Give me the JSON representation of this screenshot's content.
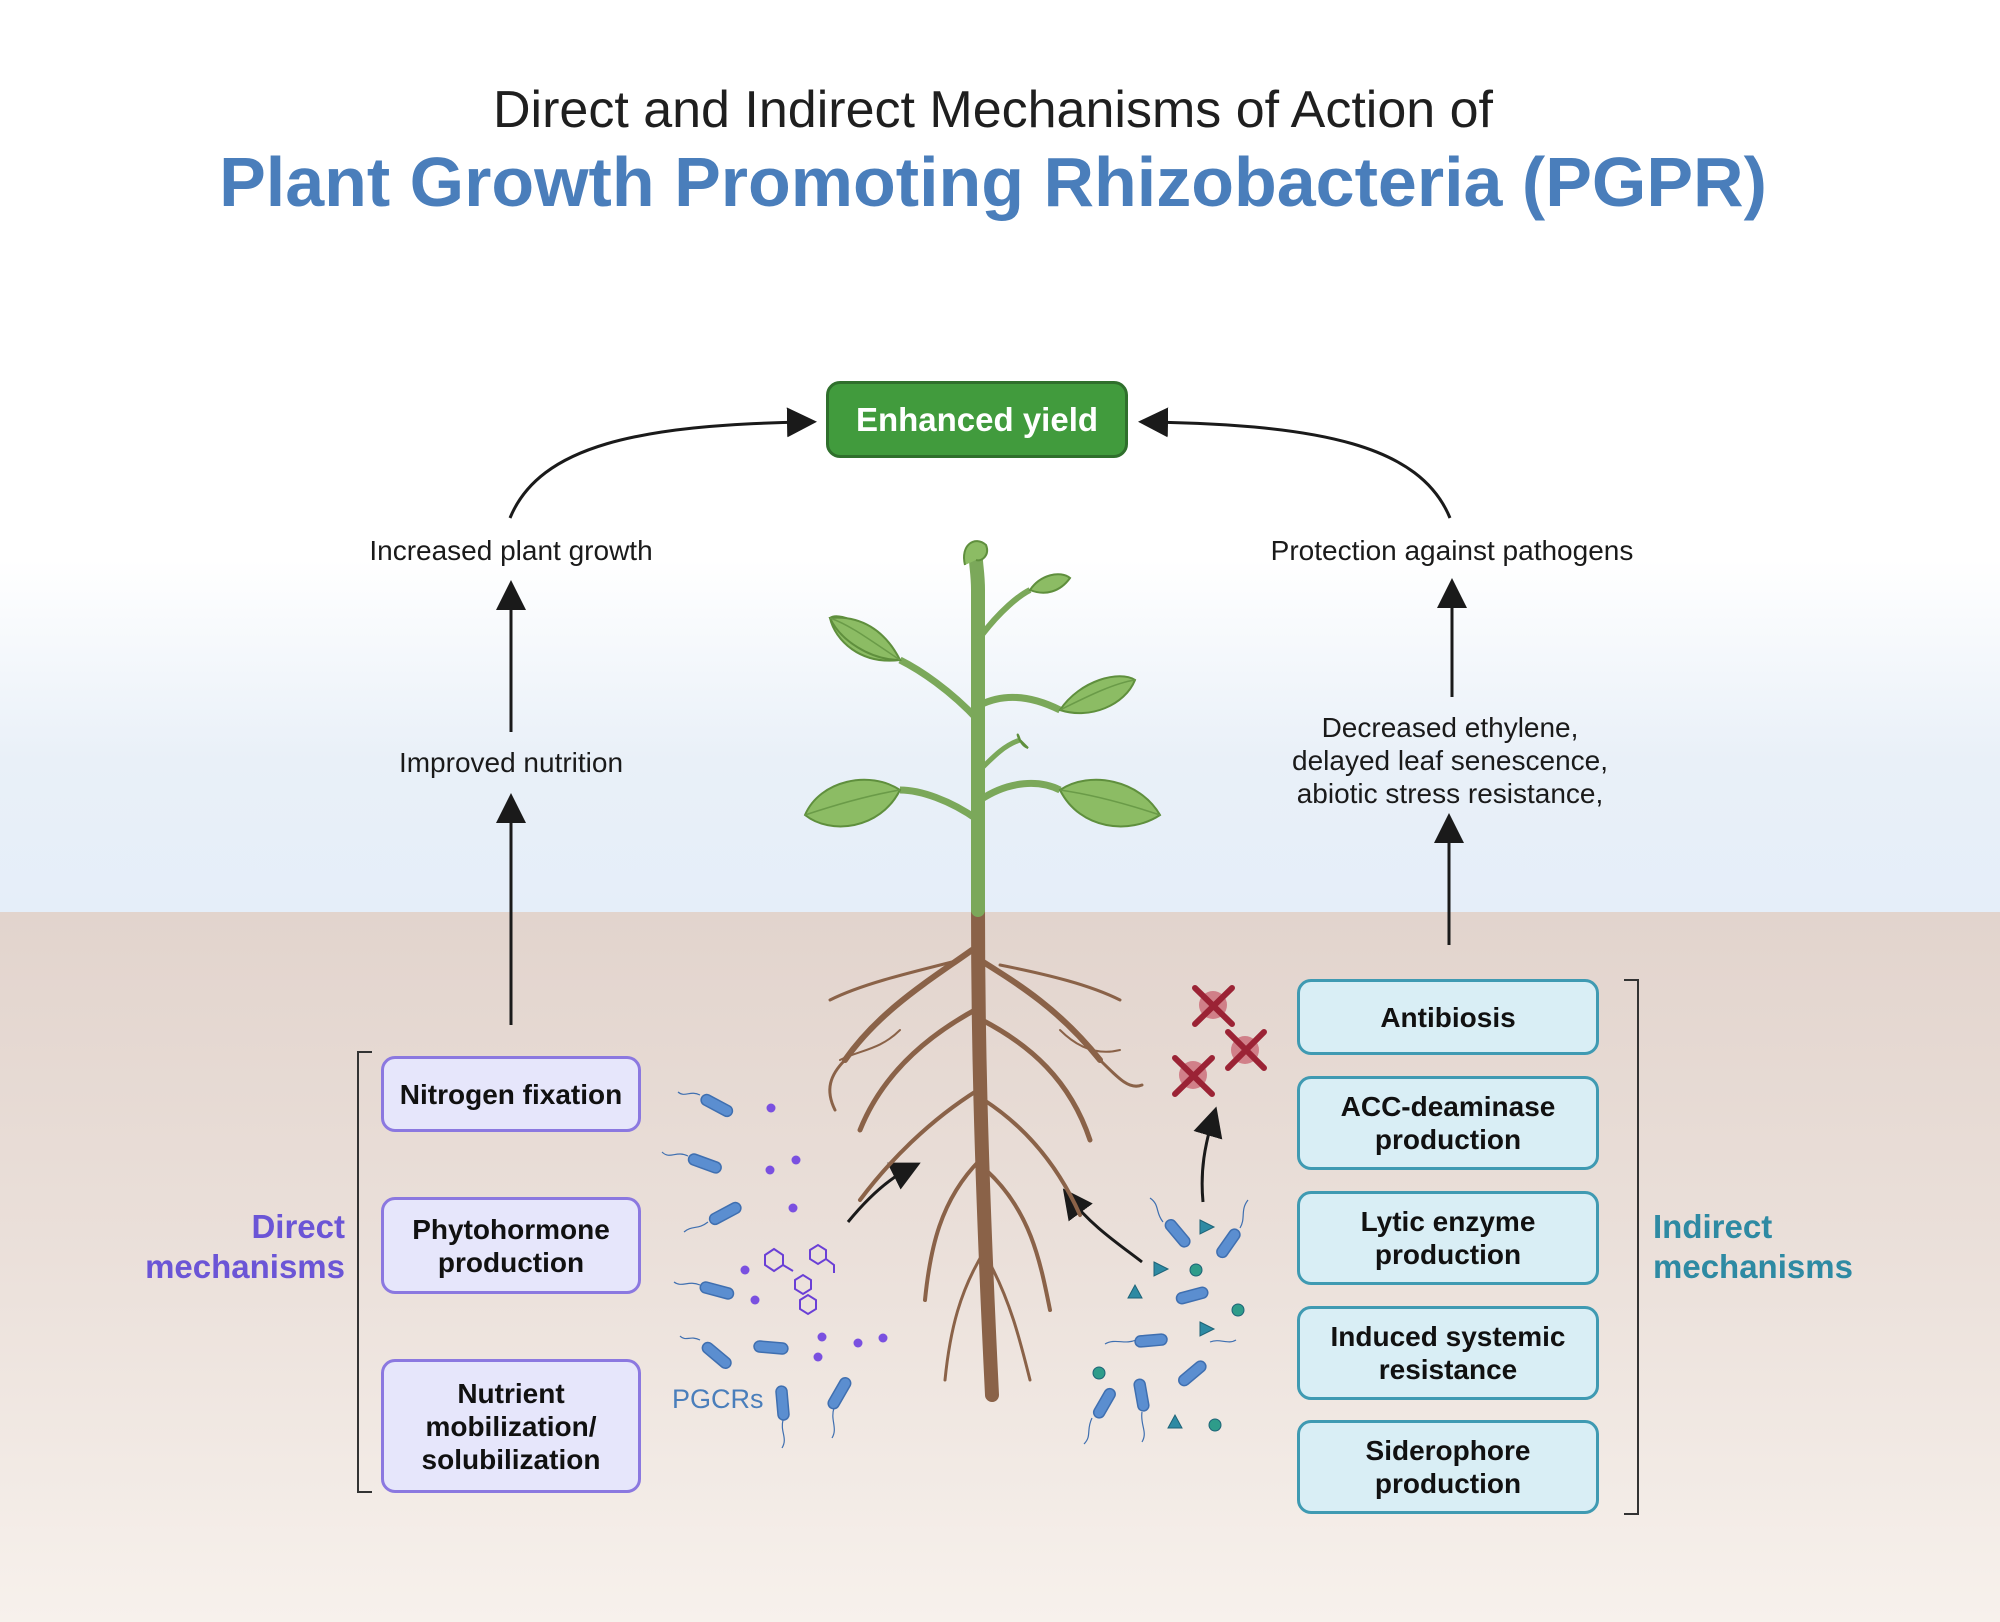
{
  "title": {
    "line1": "Direct and Indirect Mechanisms of Action of",
    "line2": "Plant Growth Promoting Rhizobacteria (PGPR)"
  },
  "outcome": {
    "label": "Enhanced yield"
  },
  "left_path": {
    "top_label": "Increased plant growth",
    "mid_label": "Improved nutrition"
  },
  "right_path": {
    "top_label": "Protection against pathogens",
    "mid_label_lines": [
      "Decreased ethylene,",
      "delayed leaf senescence,",
      "abiotic stress resistance,"
    ]
  },
  "direct": {
    "heading_lines": [
      "Direct",
      "mechanisms"
    ],
    "color": "#6b55d6",
    "items": [
      {
        "lines": [
          "Nitrogen fixation"
        ]
      },
      {
        "lines": [
          "Phytohormone",
          "production"
        ]
      },
      {
        "lines": [
          "Nutrient",
          "mobilization/",
          "solubilization"
        ]
      }
    ]
  },
  "indirect": {
    "heading_lines": [
      "Indirect",
      "mechanisms"
    ],
    "color": "#2e8aa3",
    "items": [
      {
        "lines": [
          "Antibiosis"
        ]
      },
      {
        "lines": [
          "ACC-deaminase",
          "production"
        ]
      },
      {
        "lines": [
          "Lytic enzyme",
          "production"
        ]
      },
      {
        "lines": [
          "Induced systemic",
          "resistance"
        ]
      },
      {
        "lines": [
          "Siderophore",
          "production"
        ]
      }
    ]
  },
  "bacteria_label": "PGCRs",
  "colors": {
    "title_accent": "#4a7ebb",
    "yield_green": "#419b3d",
    "stem_green": "#7ba85a",
    "root_brown": "#8a6248",
    "bacteria_blue": "#5b8ed0",
    "pathogen_red": "#9b2335"
  }
}
